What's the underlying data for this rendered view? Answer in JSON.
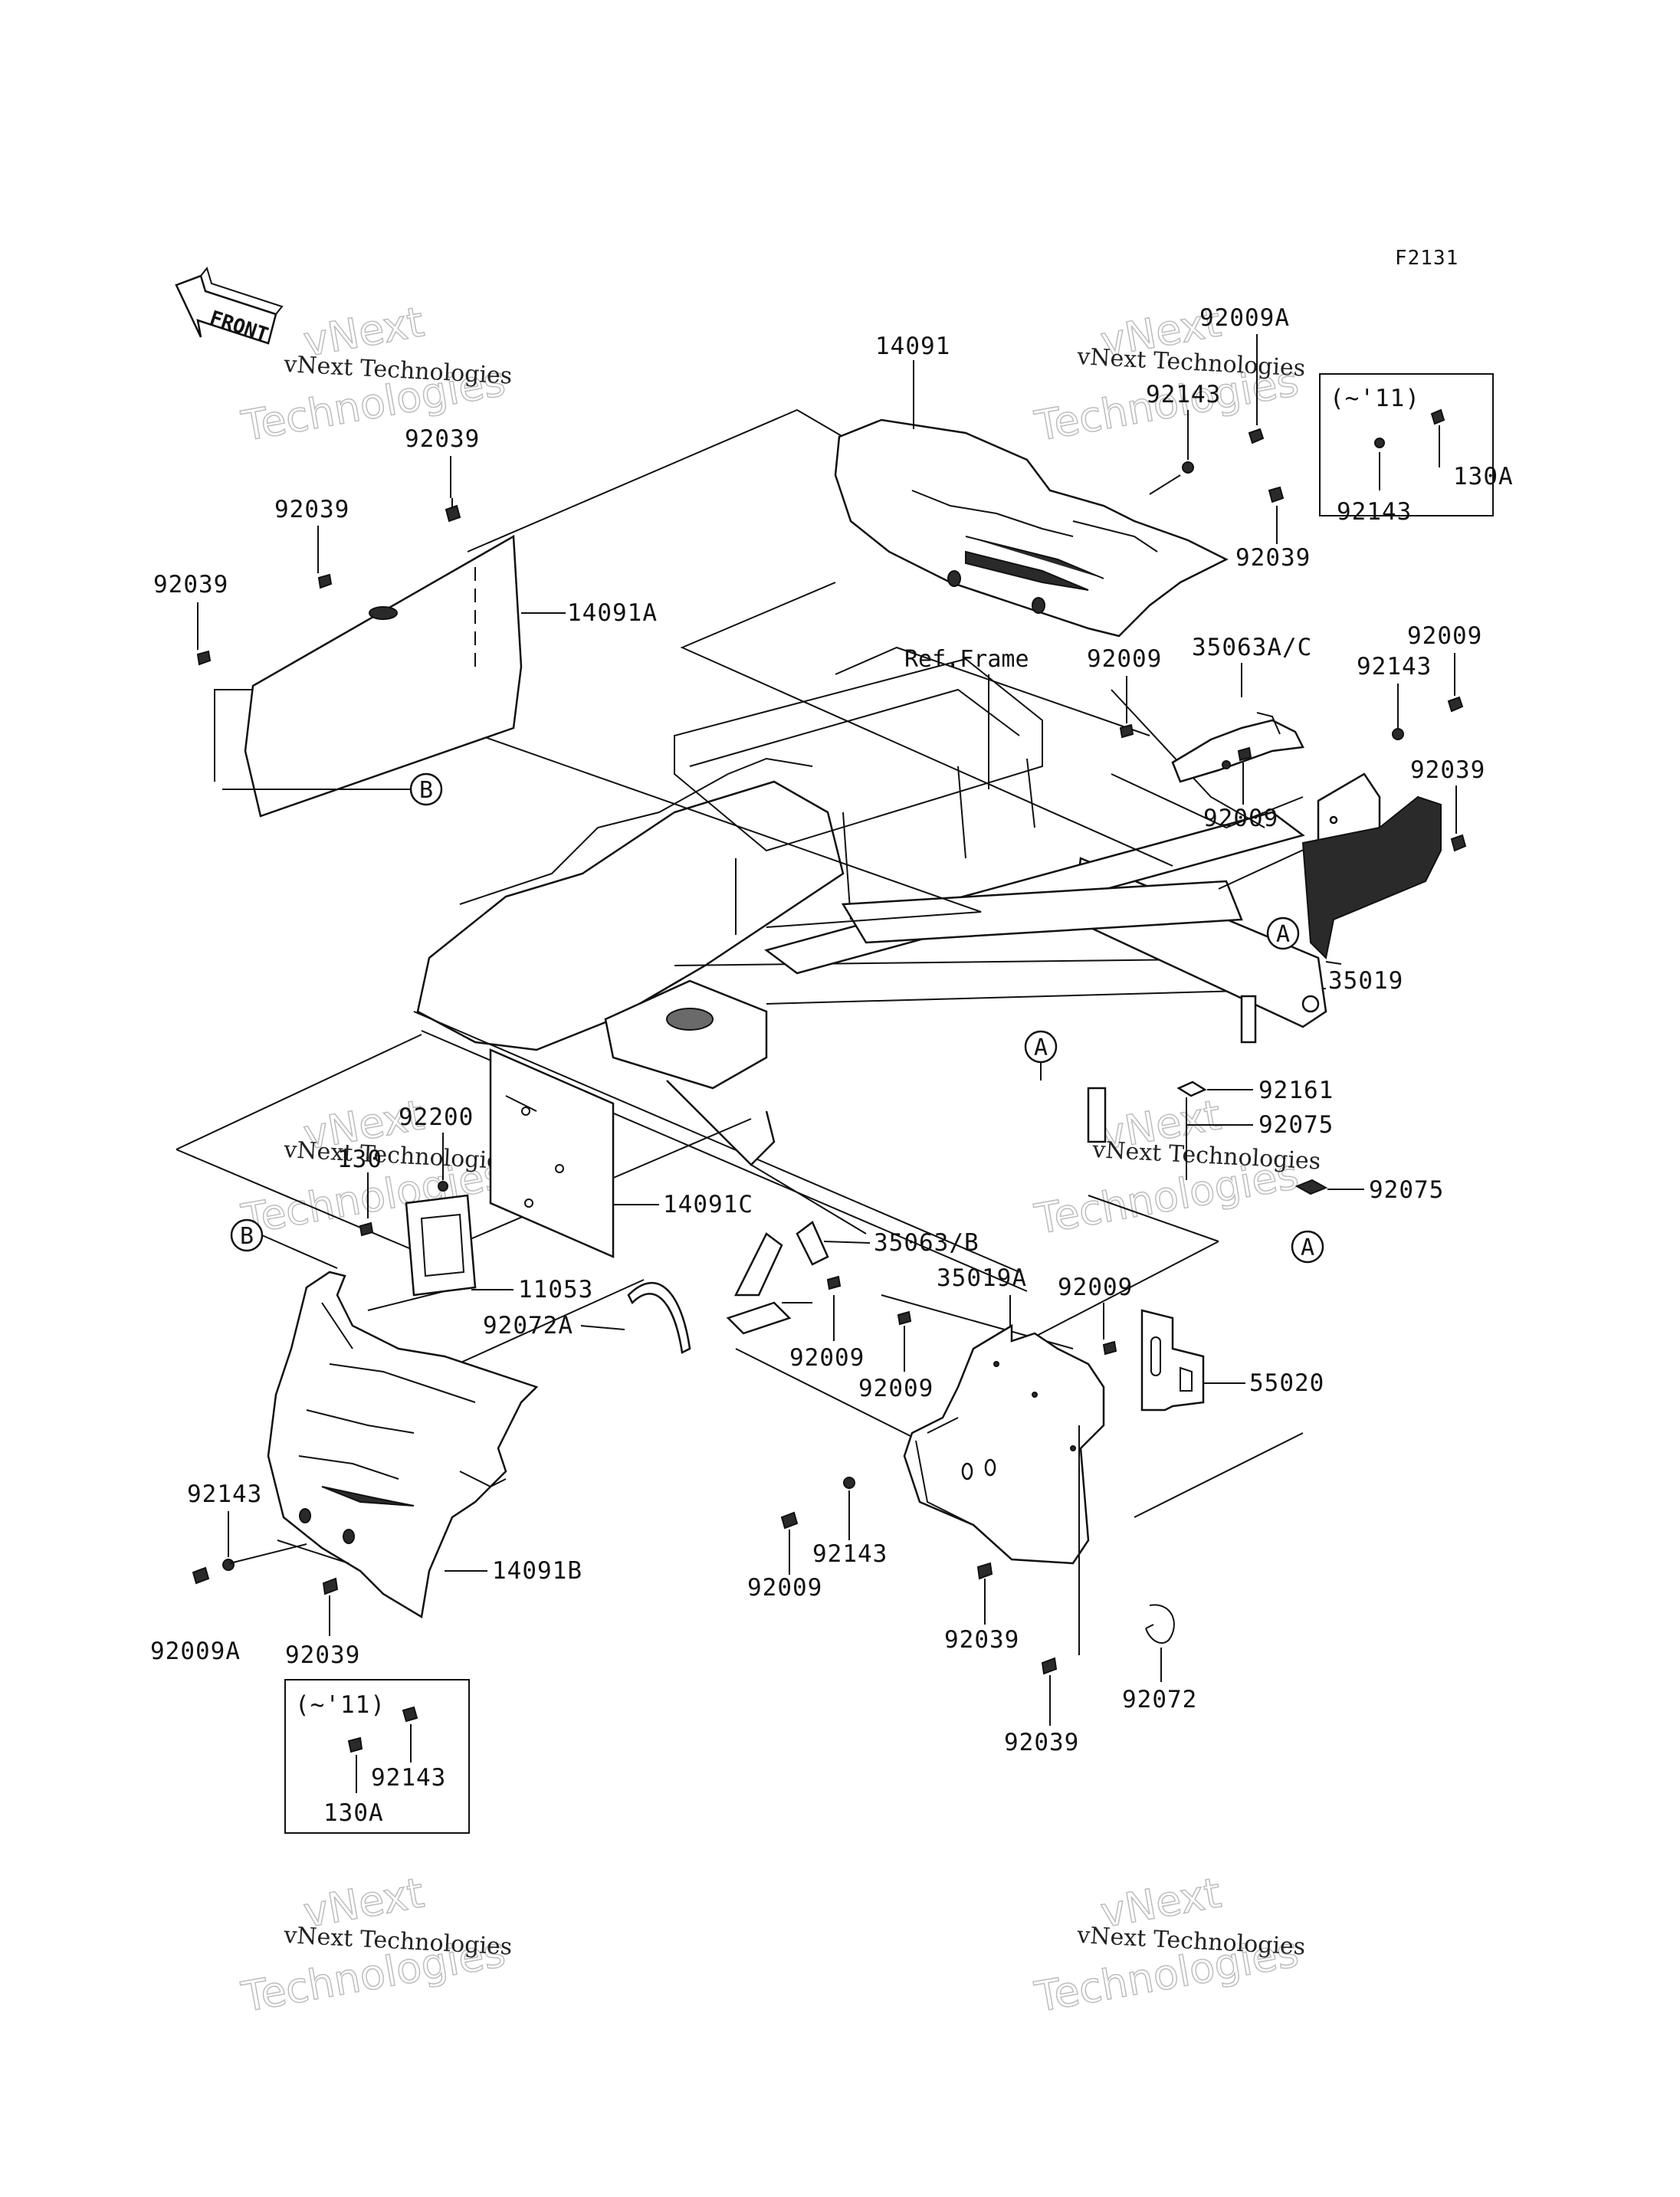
{
  "figure_code": "F2131",
  "front_label": "FRONT",
  "ref_frame_label": "Ref.Frame",
  "watermark": {
    "line1": "vNext",
    "line2": "vNext Technologies",
    "line3": "Technologies"
  },
  "ref_markers": {
    "A": "A",
    "B": "B"
  },
  "inset_label": "(~'11)",
  "parts": {
    "p14091": "14091",
    "p14091A": "14091A",
    "p14091B": "14091B",
    "p14091C": "14091C",
    "p92039": "92039",
    "p92009": "92009",
    "p92009A": "92009A",
    "p92143": "92143",
    "p130": "130",
    "p130A": "130A",
    "p35063AC": "35063A/C",
    "p35063B": "35063/B",
    "p35019": "35019",
    "p35019A": "35019A",
    "p92161": "92161",
    "p92075": "92075",
    "p92200": "92200",
    "p11053": "11053",
    "p92072A": "92072A",
    "p92072": "92072",
    "p55020": "55020"
  }
}
